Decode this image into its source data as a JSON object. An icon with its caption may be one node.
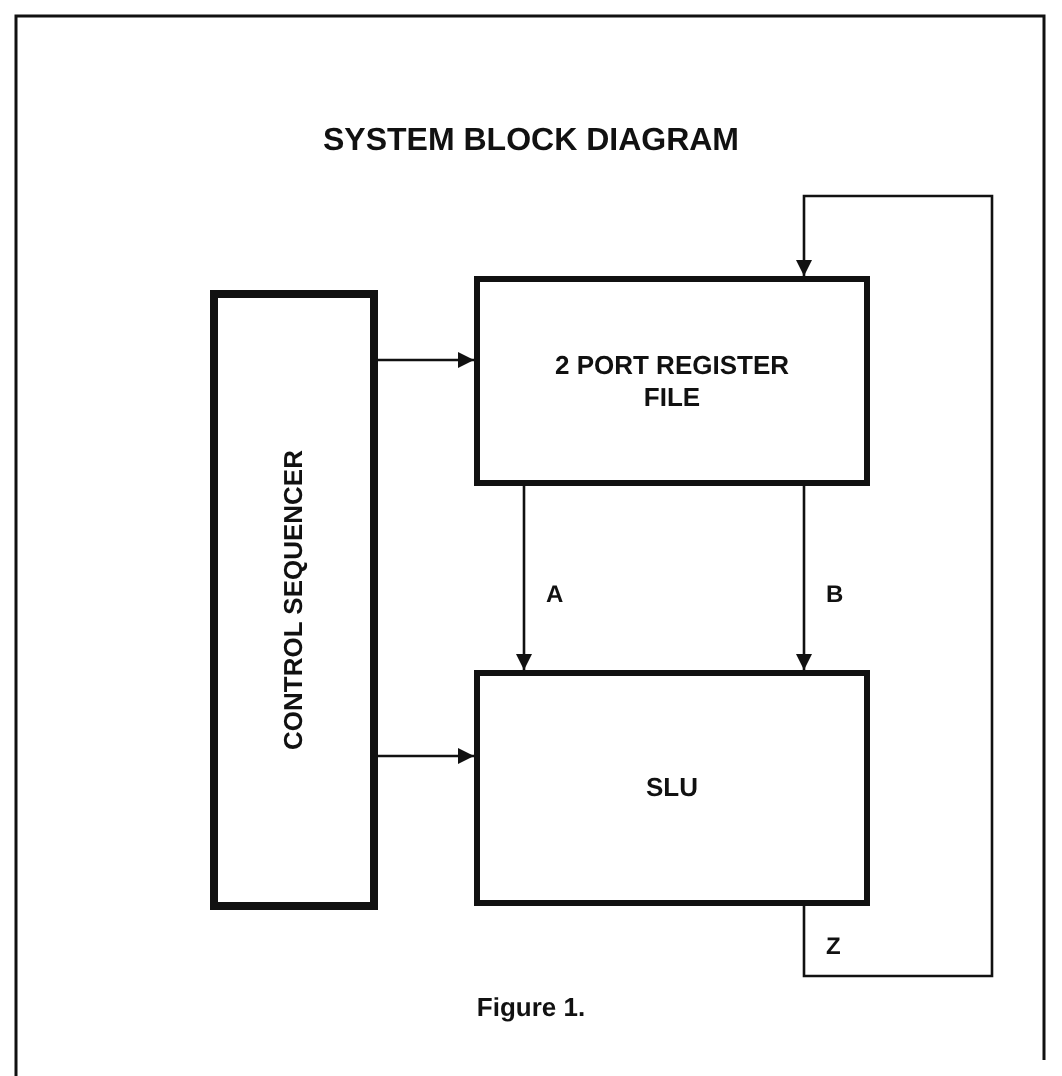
{
  "diagram": {
    "title": "SYSTEM BLOCK DIAGRAM",
    "caption": "Figure 1.",
    "nodes": [
      {
        "text": [
          "CONTROL SEQUENCER"
        ]
      },
      {
        "text": [
          "2 PORT REGISTER FILE"
        ]
      },
      {
        "text": [
          "SLU"
        ]
      }
    ],
    "edges": [
      {
        "from": 0,
        "to": 1,
        "arrow": "to"
      },
      {
        "from": 0,
        "to": 2,
        "arrow": "to"
      },
      {
        "from": 1,
        "to": 2,
        "arrow": "to",
        "label": "A"
      },
      {
        "from": 1,
        "to": 2,
        "arrow": "to",
        "label": "B"
      },
      {
        "from": 2,
        "to": 1,
        "arrow": "to",
        "label": "Z"
      }
    ]
  }
}
